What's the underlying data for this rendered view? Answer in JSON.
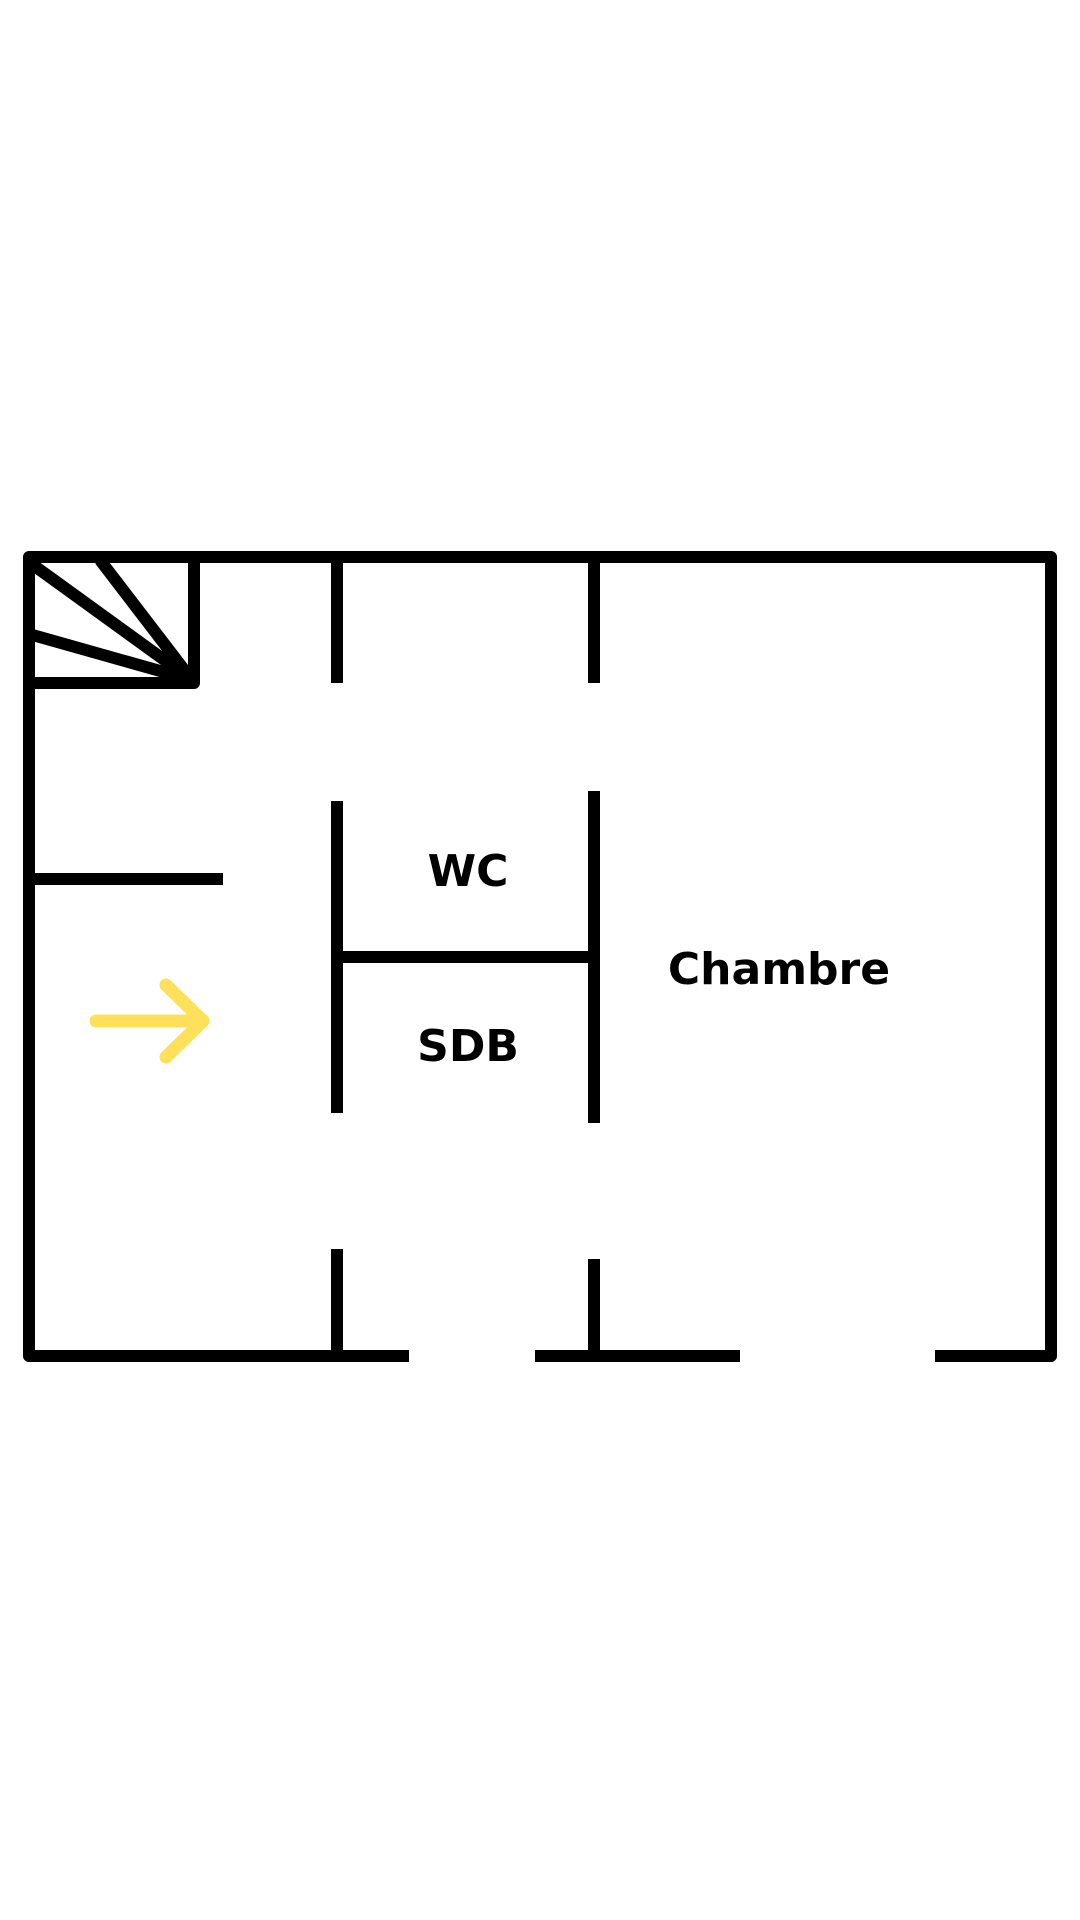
{
  "floor_plan": {
    "rooms": [
      {
        "id": "wc",
        "label": "WC"
      },
      {
        "id": "sdb",
        "label": "SDB"
      },
      {
        "id": "chambre",
        "label": "Chambre"
      }
    ],
    "entrance_arrow_color": "#FFE05A",
    "wall_color": "#000000"
  }
}
